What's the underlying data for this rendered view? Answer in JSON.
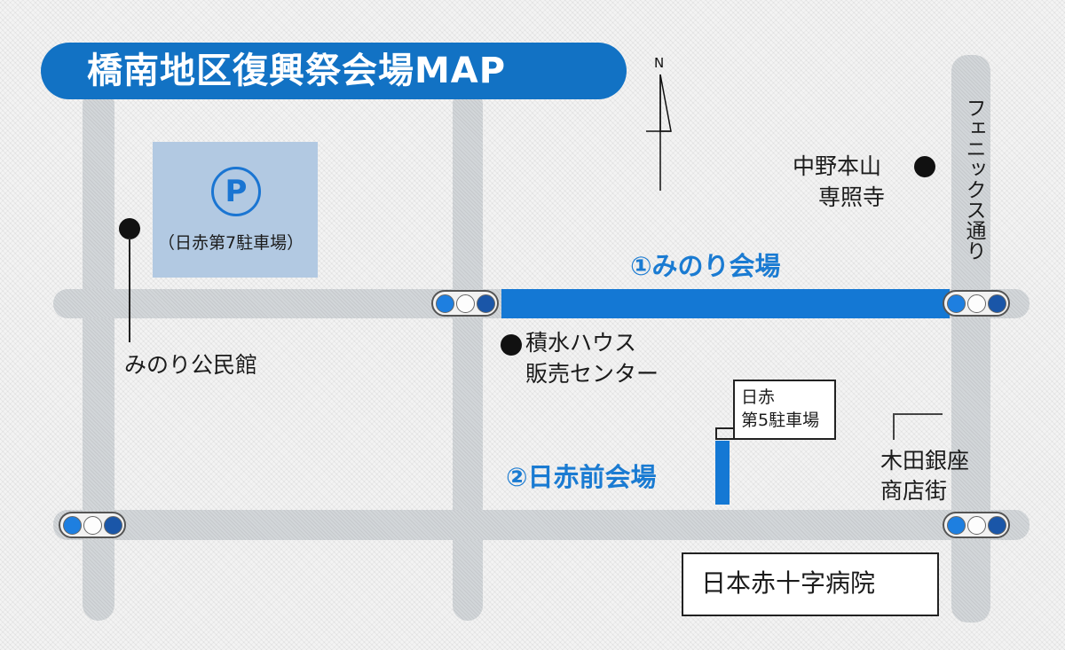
{
  "map": {
    "title": "橋南地区復興祭会場MAP",
    "compass": {
      "north_label": "N"
    },
    "colors": {
      "accent": "#1272c4",
      "venue": "#1478d4",
      "parking": "#b2c9e2"
    },
    "parking_lot": {
      "symbol": "P",
      "label": "（日赤第7駐車場）"
    },
    "venues": {
      "minori": "①みのり会場",
      "nisseki_mae": "②日赤前会場"
    },
    "landmarks": {
      "minori_hall": "みのり公民館",
      "nakano_line1": "中野本山",
      "nakano_line2": "専照寺",
      "sekisui_line1": "積水ハウス",
      "sekisui_line2": "販売センター",
      "parking5_line1": "日赤",
      "parking5_line2": "第5駐車場",
      "kida_line1": "木田銀座",
      "kida_line2": "商店街",
      "hospital": "日本赤十字病院"
    },
    "streets": {
      "phoenix": "フェニックス通り"
    }
  }
}
